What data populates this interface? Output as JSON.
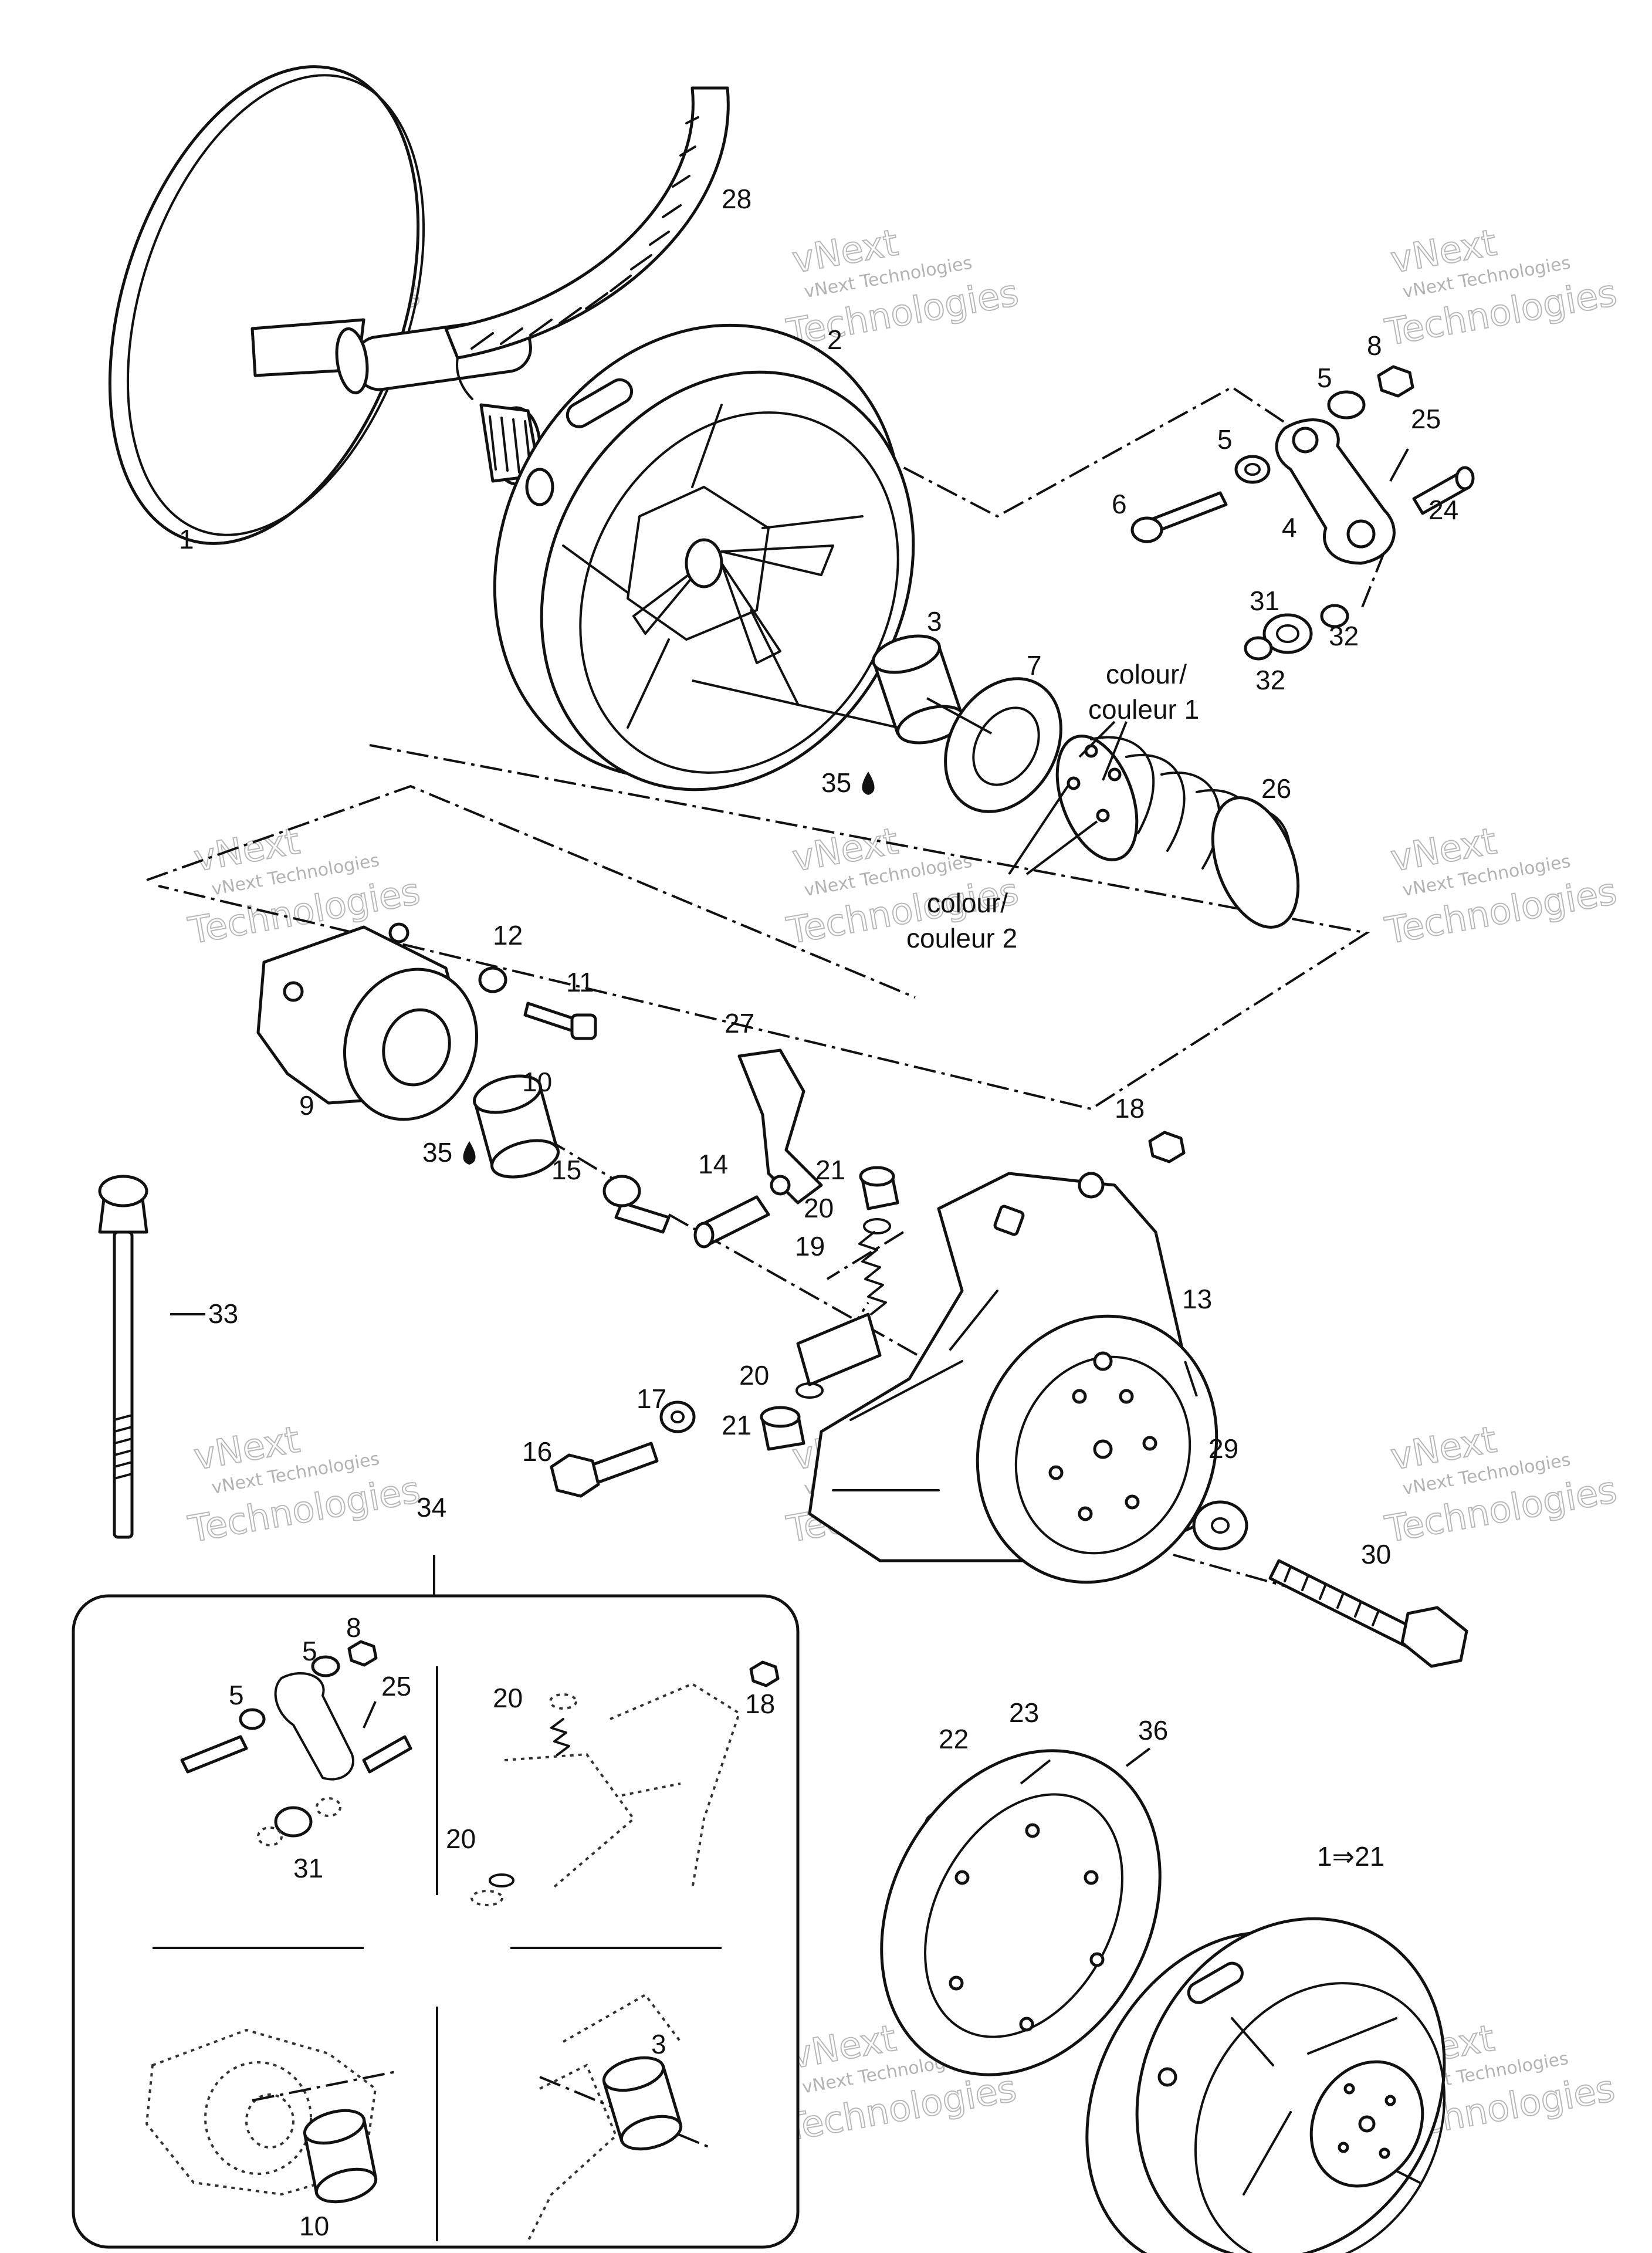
{
  "watermark": {
    "line1": "vNext",
    "line2": "vNext Technologies",
    "line3": "Technologies"
  },
  "callouts": {
    "c1": "1",
    "c2": "2",
    "c3": "3",
    "c4": "4",
    "c5a": "5",
    "c5b": "5",
    "c6": "6",
    "c7": "7",
    "c8": "8",
    "c9": "9",
    "c10": "10",
    "c11": "11",
    "c12": "12",
    "c13": "13",
    "c14": "14",
    "c15": "15",
    "c16": "16",
    "c17": "17",
    "c18": "18",
    "c19": "19",
    "c20a": "20",
    "c20b": "20",
    "c21a": "21",
    "c21b": "21",
    "c22": "22",
    "c23": "23",
    "c24": "24",
    "c25": "25",
    "c26": "26",
    "c27": "27",
    "c28": "28",
    "c29": "29",
    "c30": "30",
    "c31": "31",
    "c32a": "32",
    "c32b": "32",
    "c33": "33",
    "c34": "34",
    "c35a": "35",
    "c35b": "35",
    "c36": "36",
    "c1to21": "1⇒21"
  },
  "notes": {
    "colour1_l1": "colour/",
    "colour1_l2": "couleur 1",
    "colour2_l1": "colour/",
    "colour2_l2": "couleur 2"
  },
  "inset": {
    "q1": {
      "c5a": "5",
      "c5b": "5",
      "c8": "8",
      "c25": "25",
      "c31": "31"
    },
    "q2": {
      "c18": "18",
      "c20a": "20",
      "c20b": "20"
    },
    "q3": {
      "c10": "10"
    },
    "q4": {
      "c3": "3"
    }
  },
  "icons": {
    "lubricant": "oil-drop-icon"
  }
}
